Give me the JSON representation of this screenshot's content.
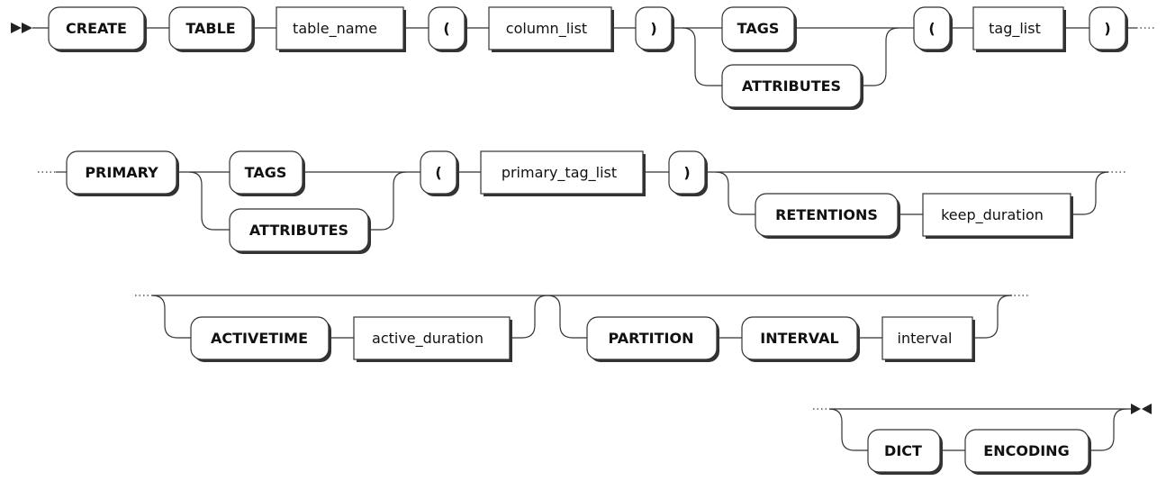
{
  "diagram": {
    "row1": {
      "create": "CREATE",
      "table": "TABLE",
      "table_name": "table_name",
      "lparen": "(",
      "column_list": "column_list",
      "rparen": ")",
      "tags": "TAGS",
      "attributes": "ATTRIBUTES",
      "lparen2": "(",
      "tag_list": "tag_list",
      "rparen2": ")"
    },
    "row2": {
      "primary": "PRIMARY",
      "tags": "TAGS",
      "attributes": "ATTRIBUTES",
      "lparen": "(",
      "primary_tag_list": "primary_tag_list",
      "rparen": ")",
      "retentions": "RETENTIONS",
      "keep_duration": "keep_duration"
    },
    "row3": {
      "activetime": "ACTIVETIME",
      "active_duration": "active_duration",
      "partition": "PARTITION",
      "interval_kw": "INTERVAL",
      "interval": "interval"
    },
    "row4": {
      "dict": "DICT",
      "encoding": "ENCODING"
    }
  }
}
